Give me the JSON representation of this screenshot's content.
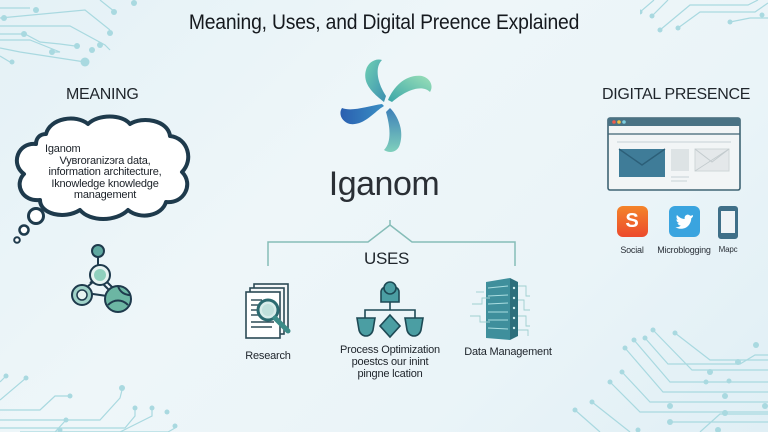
{
  "title": "Meaning, Uses, and Digital Preence Explained",
  "brand": {
    "name": "Iganom",
    "logo_icon": "pinwheel-logo-icon",
    "colors": {
      "teal": "#4fb3a8",
      "blue": "#2b6fb0",
      "mint": "#8fd6b8"
    }
  },
  "meaning": {
    "heading": "MEANING",
    "bubble_lines": [
      "Iganom",
      "Vyвroranizэra data,",
      "information architecture,",
      "Iknowledge knowledge",
      "management"
    ],
    "icon": "network-molecule-icon"
  },
  "uses": {
    "heading": "USES",
    "items": [
      {
        "label": "Research",
        "icon": "document-magnifier-icon"
      },
      {
        "label_lines": [
          "Process Optimization",
          "poestcs our inint",
          "pingne lcation"
        ],
        "icon": "process-flow-icon"
      },
      {
        "label": "Data Management",
        "icon": "server-rack-icon"
      }
    ]
  },
  "digital_presence": {
    "heading": "DIGITAL PRESENCE",
    "browser_icon": "browser-window-icon",
    "items": [
      {
        "label": "Social",
        "icon": "social-s-icon",
        "color": "#f0562e"
      },
      {
        "label": "Microblogging",
        "icon": "bird-icon",
        "color": "#3aa4df"
      },
      {
        "label": "Mapc",
        "icon": "smartphone-icon",
        "color": "#3f6f88"
      }
    ]
  },
  "colors": {
    "background": "#e8f3f7",
    "circuit": "#9fd3dc",
    "dark_teal": "#2f7f86",
    "connector": "#7fbfb8"
  }
}
